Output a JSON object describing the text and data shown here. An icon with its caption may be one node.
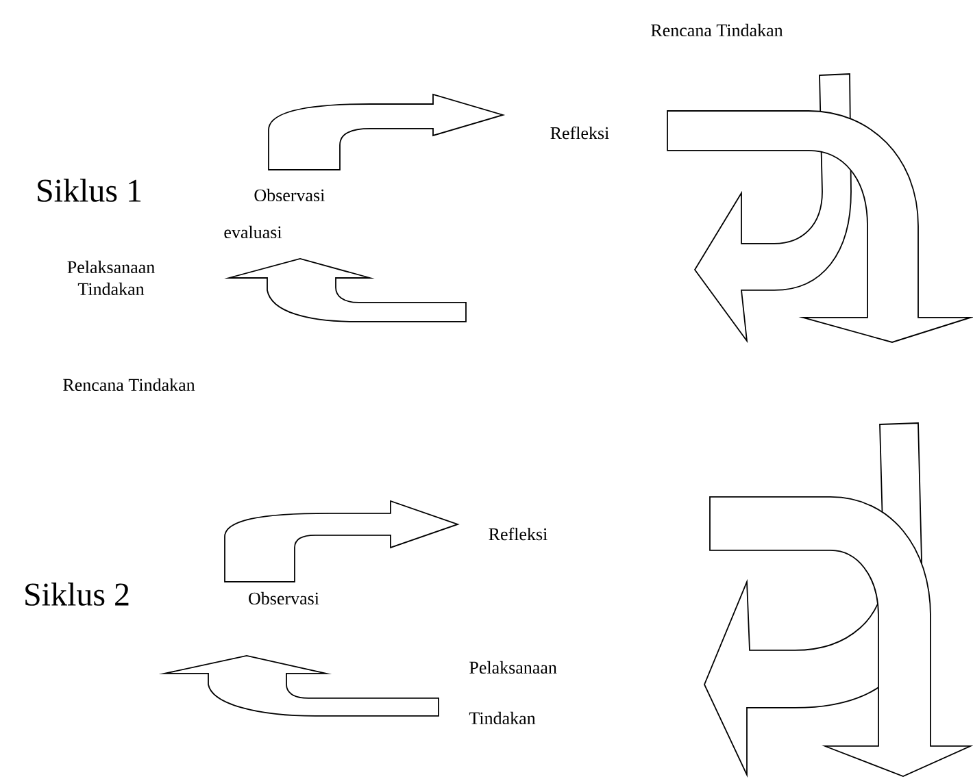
{
  "diagram": {
    "labels": [
      "Rencana Tindakan",
      "Refleksi",
      "Siklus 1",
      "Observasi evaluasi",
      "Pelaksanaan Tindakan",
      "Rencana Tindakan",
      "Refleksi",
      "Siklus 2",
      "Observasi",
      "Pelaksanaan Tindakan"
    ]
  }
}
